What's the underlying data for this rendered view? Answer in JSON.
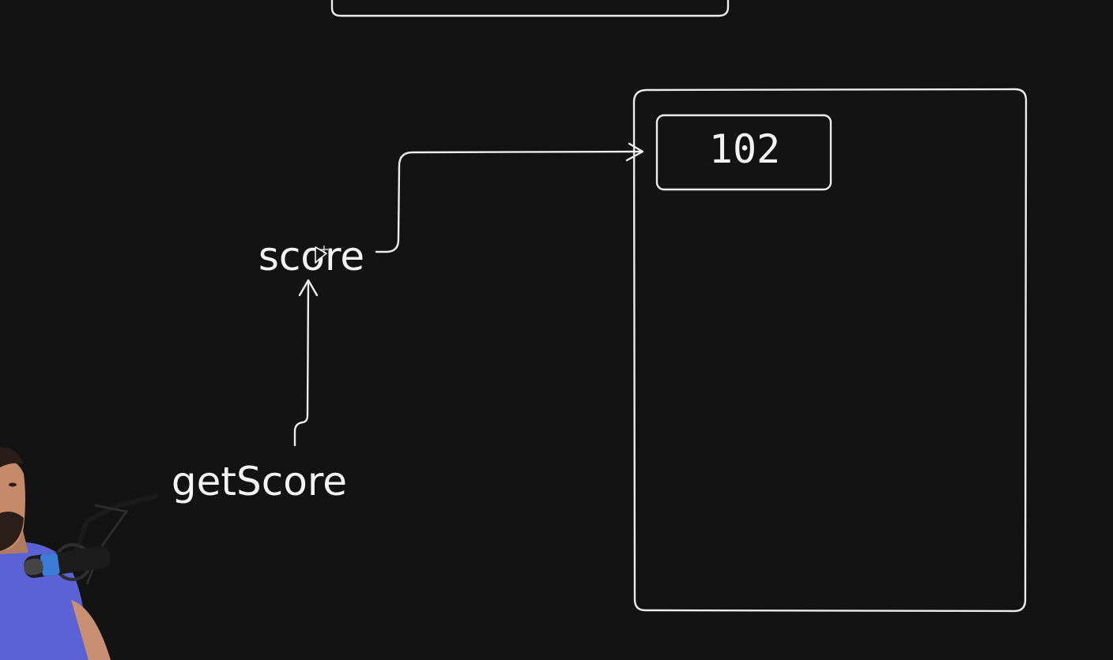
{
  "diagram": {
    "labels": {
      "score": "score",
      "get_score": "getScore",
      "heap_value": "102"
    },
    "colors": {
      "background": "#121212",
      "stroke": "#ececec",
      "text": "#f4f4f4",
      "presenter_shirt": "#5a62d6",
      "mic_accent": "#3a7bd5"
    },
    "icons": {
      "cursor": "pointer-cursor-icon",
      "presenter": "presenter-webcam-overlay"
    }
  }
}
